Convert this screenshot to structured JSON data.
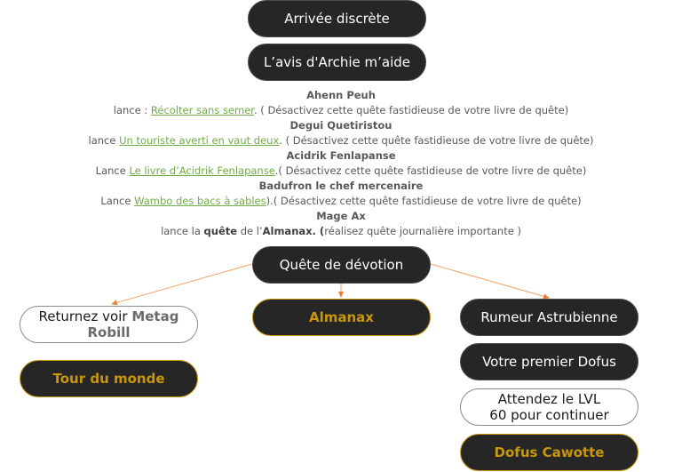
{
  "top_nodes": [
    {
      "label": "Arrivée discrète"
    },
    {
      "label": "L’avis d'Archie m’aide"
    }
  ],
  "quest_lines": [
    {
      "npc": "Ahenn Peuh",
      "prefix": "lance : ",
      "link": "Récolter sans semer",
      "suffix": ". ( Désactivez cette quête fastidieuse de votre livre de quête)"
    },
    {
      "npc": "Degui Quetiristou",
      "prefix": "lance ",
      "link": "Un touriste averti en vaut deux",
      "suffix": ". ( Désactivez cette quête fastidieuse de votre livre de quête)"
    },
    {
      "npc": "Acidrik Fenlapanse",
      "prefix": "Lance ",
      "link": "Le livre d’Acidrik Fenlapanse",
      "suffix": ".( Désactivez cette quête fastidieuse de votre livre de quête)"
    },
    {
      "npc": "Badufron le chef mercenaire",
      "prefix": "Lance ",
      "link": "Wambo des bacs à sables",
      "suffix": ").( Désactivez cette quête fastidieuse de votre livre de quête)"
    }
  ],
  "mage_line": {
    "npc": "Mage Ax",
    "part1": "lance la ",
    "bold1": "quête",
    "part2": " de l’",
    "bold2": "Almanax. (",
    "part3": "réalisez quête journalière importante )"
  },
  "devotion_node": {
    "label": "Quête de dévotion"
  },
  "left_branch": {
    "returnez": {
      "text": "Returnez voir ",
      "grey": "Metag Robill"
    },
    "tour": {
      "label": "Tour du monde"
    }
  },
  "middle_branch": {
    "almanax": {
      "label": "Almanax"
    }
  },
  "right_branch": {
    "rumeur": {
      "label": "Rumeur Astrubienne"
    },
    "premier_dofus": {
      "label": "Votre premier Dofus"
    },
    "attendez": {
      "label": "Attendez le LVL 60 pour continuer"
    },
    "cawotte": {
      "label": "Dofus Cawotte"
    }
  },
  "colors": {
    "node_dark": "#262626",
    "gold": "#c9960c",
    "link_green": "#70ad47",
    "arrow": "#f4a46a"
  }
}
